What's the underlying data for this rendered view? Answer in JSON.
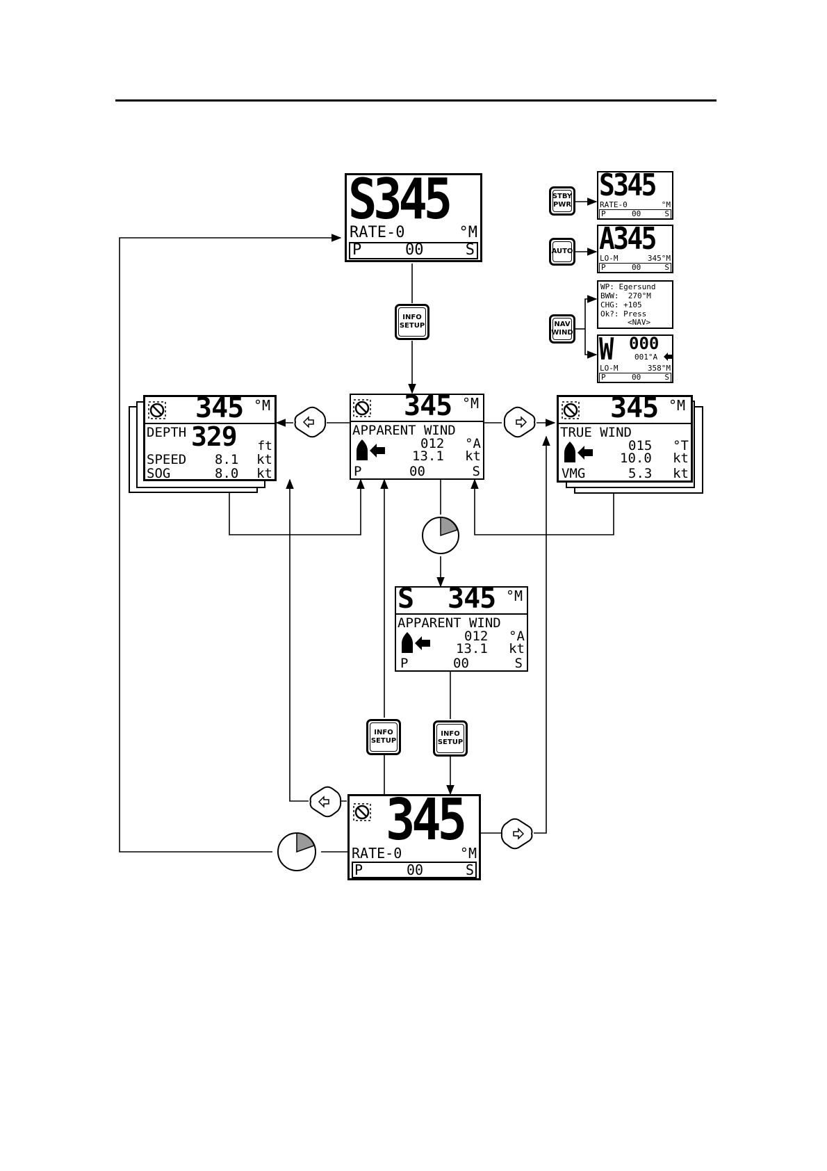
{
  "colors": {
    "ink": "#000000",
    "paper": "#ffffff",
    "timer_fill": "#9a9a9a"
  },
  "icons": {
    "compass_flag": "circled-x-icon",
    "boat": "boat-icon",
    "wind_arrow": "wind-arrow-left-icon",
    "timer": "timer-clock-icon",
    "left_key": "left-arrow-key-icon",
    "right_key": "right-arrow-key-icon"
  },
  "screen_standby_top": {
    "mode_heading": "S345",
    "rate": "RATE-0",
    "unit": "°M",
    "port": "P",
    "rudder": "00",
    "stbd": "S"
  },
  "keys": {
    "info_setup": {
      "line1": "INFO",
      "line2": "SETUP"
    },
    "stby_pwr": {
      "line1": "STBY",
      "line2": "PWR"
    },
    "auto": {
      "line1": "AUTO"
    },
    "nav_wind": {
      "line1": "NAV",
      "line2": "WIND"
    }
  },
  "mini_stby": {
    "heading": "S345",
    "rate": "RATE-0",
    "unit": "°M",
    "port": "P",
    "rudder": "00",
    "stbd": "S"
  },
  "mini_auto": {
    "heading": "A345",
    "left": "LO-M",
    "right": "345°M",
    "port": "P",
    "rudder": "00",
    "stbd": "S"
  },
  "mini_nav": {
    "line1": "WP: Egersund",
    "line2": "BWW:  270°M",
    "line3": "CHG: +105",
    "line4": "Ok?: Press",
    "line5": "<NAV>"
  },
  "mini_wind": {
    "mode": "W",
    "value": "000",
    "angle": "001°A",
    "left": "LO-M",
    "right": "358°M",
    "port": "P",
    "rudder": "00",
    "stbd": "S"
  },
  "screen_depth": {
    "heading": "345",
    "unit": "°M",
    "depth_label": "DEPTH",
    "depth_value": "329",
    "depth_unit": "ft",
    "speed_label": "SPEED",
    "speed_value": "8.1",
    "speed_unit": "kt",
    "sog_label": "SOG",
    "sog_value": "8.0",
    "sog_unit": "kt"
  },
  "screen_app_wind": {
    "heading": "345",
    "unit": "°M",
    "title": "APPARENT WIND",
    "angle": "012",
    "angle_unit": "°A",
    "speed": "13.1",
    "speed_unit": "kt",
    "port": "P",
    "rudder": "00",
    "stbd": "S"
  },
  "screen_true_wind": {
    "heading": "345",
    "unit": "°M",
    "title": "TRUE WIND",
    "angle": "015",
    "angle_unit": "°T",
    "speed": "10.0",
    "speed_unit": "kt",
    "vmg_label": "VMG",
    "vmg_value": "5.3",
    "vmg_unit": "kt"
  },
  "screen_s_app_wind": {
    "mode": "S",
    "heading": "345",
    "unit": "°M",
    "title": "APPARENT WIND",
    "angle": "012",
    "angle_unit": "°A",
    "speed": "13.1",
    "speed_unit": "kt",
    "port": "P",
    "rudder": "00",
    "stbd": "S"
  },
  "screen_bottom": {
    "heading": "345",
    "rate": "RATE-0",
    "unit": "°M",
    "port": "P",
    "rudder": "00",
    "stbd": "S"
  }
}
